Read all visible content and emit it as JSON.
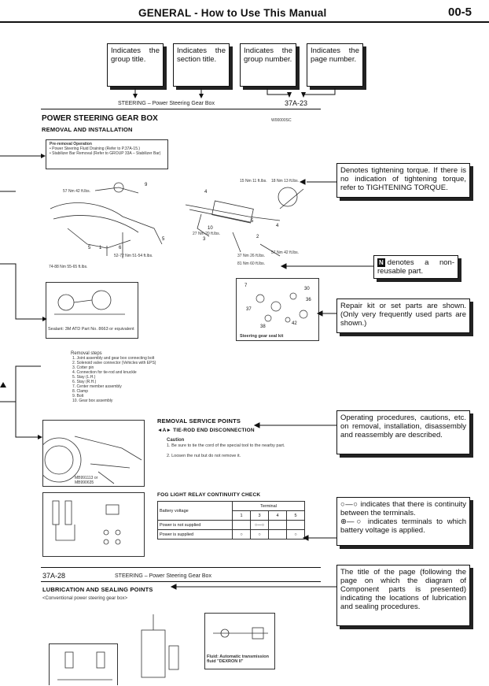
{
  "header": {
    "section_title": "GENERAL - How to Use This Manual",
    "page_number": "00-5"
  },
  "top_callouts": [
    {
      "text": "Indicates the group title."
    },
    {
      "text": "Indicates the section title."
    },
    {
      "text": "Indicates the group number."
    },
    {
      "text": "Indicates the page number."
    }
  ],
  "sample_page_1": {
    "header_line": "STEERING – Power Steering Gear Box",
    "page_no": "37A-23",
    "heading": "POWER STEERING GEAR BOX",
    "subheading": "REMOVAL AND INSTALLATION",
    "code": "W00000SC",
    "pre_op_title": "Pre-removal Operation",
    "pre_op_items": [
      "• Power Steering Fluid Draining (Refer to P.37A-15.)",
      "• Stabilizer Bar Removal (Refer to GROUP 33A – Stabilizer Bar)"
    ],
    "torque_labels": [
      "57 Nm 42 ft.lbs.",
      "27 Nm 20 ft.lbs.",
      "15 Nm 11 ft.lbs.",
      "18 Nm 13 ft.lbs.",
      "57 Nm 42 ft.lbs.",
      "52-72 Nm 51-54 ft.lbs.",
      "74-88 Nm 55-65 ft.lbs.",
      "37 Nm 26 ft.lbs.",
      "81 Nm 60 ft.lbs."
    ],
    "sealant_note": "Sealant: 3M ATD Part No. 8663 or equivalent",
    "seal_kit_label": "Steering gear seal kit",
    "removal_steps_title": "Removal steps",
    "removal_steps": [
      "1. Joint assembly and gear box connecting bolt",
      "2. Solenoid valve connector (Vehicles with EPS)",
      "3. Cotter pin",
      "4. Connection for tie-rod and knuckle",
      "5. Stay (L.H.)",
      "6. Stay (R.H.)",
      "7. Center member assembly",
      "8. Clamp",
      "9. Bolt",
      "10. Gear box assembly"
    ],
    "service_points_title": "REMOVAL SERVICE POINTS",
    "service_point_a": "◄A► TIE-ROD END DISCONNECTION",
    "caution_title": "Caution",
    "caution_items": [
      "1. Be sure to tie the cord of the special tool to the nearby part.",
      "2. Loosen the nut but do not remove it."
    ],
    "tool_label": "MB991113 or MB990635",
    "fog_title": "FOG LIGHT RELAY CONTINUITY CHECK",
    "fog_table": {
      "head_left": "Battery voltage",
      "head_right": "Terminal",
      "terminals": [
        "1",
        "3",
        "4",
        "5"
      ],
      "rows": [
        "Power is not supplied",
        "Power is supplied"
      ]
    }
  },
  "sample_page_2": {
    "page_no": "37A-28",
    "header_line": "STEERING – Power Steering Gear Box",
    "heading": "LUBRICATION AND SEALING POINTS",
    "subheading": "<Conventional power steering gear box>",
    "fluid_note": "Fluid: Automatic transmission fluid \"DEXRON II\""
  },
  "right_callouts": [
    {
      "text": "Denotes tightening torque. If there is no indication of tightening torque, refer to TIGHTENING TORQUE."
    },
    {
      "text": "denotes a non-reusable part.",
      "icon_letter": "N"
    },
    {
      "text": "Repair kit or set parts are shown. (Only very frequently used parts are shown.)"
    },
    {
      "text": "Operating procedures, cautions, etc. on removal, installation, disassembly and reassembly are described."
    },
    {
      "text_1": "indicates that there is continuity between the terminals.",
      "text_2": "indicates terminals to which battery voltage is applied."
    },
    {
      "text": "The title of the page (following the page on which the diagram of Component parts is presented) indicating the locations of lubrication and sealing procedures."
    }
  ]
}
